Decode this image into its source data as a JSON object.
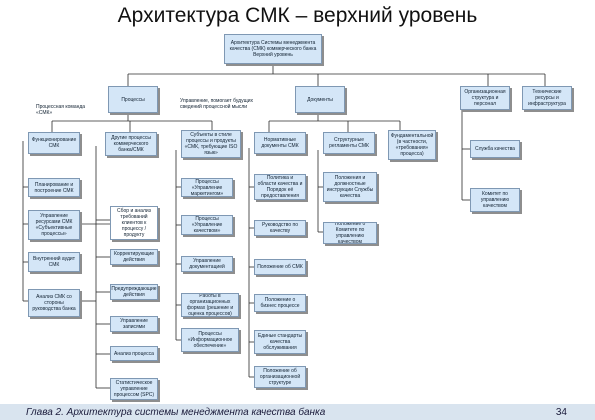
{
  "title": "Архитектура СМК – верхний уровень",
  "footer": {
    "chapter": "Глава 2. Архитектура системы менеджмента качества банка",
    "page": "34"
  },
  "boxes": {
    "root": "Архитектура Системы менеджмента качества (СМК) коммерческого банка Верхний уровень",
    "processes": "Процессы",
    "documents": "Документы",
    "org_structure": "Организационная структура и персонал",
    "tech_resources": "Технические ресурсы и инфраструктура",
    "functional": "Функционирование СМК",
    "other_processes": "Другие процессы коммерческого банка/СМК",
    "subject_processes": "Субъекты в стиле процессы и продукты «СМК, требующие ISO язык»",
    "normative": "Нормативные документы СМК",
    "structural": "Структурные регламенты СМК",
    "fund_processes": "Фундаментальной (в частности, «требования» процесса)",
    "service_quality": "Служба качества",
    "committee": "Комитет по управлению качеством",
    "planning": "Планирование и построение СМК",
    "mgmt_resources": "Управление ресурсами СМК «Субъективные процессы»",
    "internal_audit": "Внутренний аудит СМК",
    "analysis_board": "Анализ СМК со стороны руководства банка",
    "collect_requirements": "Сбор и анализ требований клиентов к процессу / продукту",
    "corrective": "Корректирующие действия",
    "preventive": "Предупреждающие действия",
    "records": "Управление записями",
    "process_analysis": "Анализ процесса",
    "statistical": "Статистическое управление процессом (SPC)",
    "marketing": "Процессы «Управление маркетингом»",
    "quality_processes": "Процессы «Управление качеством»",
    "doc_management": "Управление документацией",
    "work_methods": "Работы в организационных формах (решение и оценка процессов)",
    "provision": "Процессы «Информационное обеспечение»",
    "policy": "Политика и области качества и Порядок её предоставления",
    "guide": "Руководство по качеству",
    "smk_provision": "Положение об СМК",
    "business_process": "Положение о бизнес процессе",
    "standards": "Единые стандарты качества обслуживания",
    "org_unit": "Положение об организационной структуре",
    "job_instructions": "Положения и должностные инструкции Службы качества",
    "committee_reg": "Положение о Комитете по управлению качеством"
  },
  "notes": {
    "process_team": "Процессная команда «СМК»",
    "ownership": "Управление, помогает будущих сведений процессной мысли"
  }
}
